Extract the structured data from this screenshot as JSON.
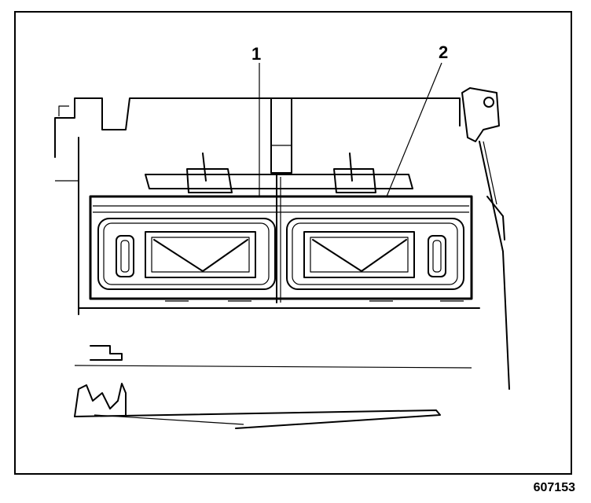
{
  "callouts": [
    {
      "id": "1",
      "label": "1"
    },
    {
      "id": "2",
      "label": "2"
    }
  ],
  "figure_id": "607153"
}
